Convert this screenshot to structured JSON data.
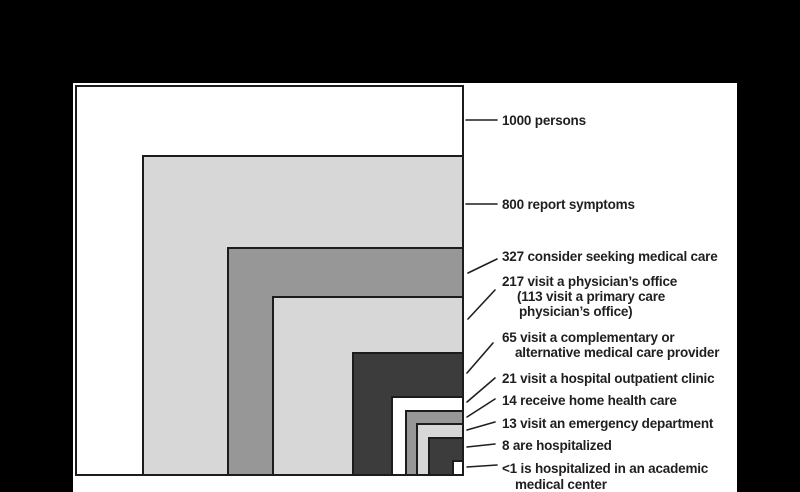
{
  "figure_title": "",
  "colors": {
    "page_background": "#000000",
    "panel_background": "#ffffff",
    "border": "#1c1c1c",
    "text": "#1f1f1f",
    "leader_line": "#1f1f1f",
    "light_gray": "#d7d7d7",
    "medium_gray": "#979797",
    "dark_gray": "#3c3c3c",
    "white": "#ffffff"
  },
  "items": [
    {
      "id": "persons",
      "value": 1000,
      "fill": "#ffffff",
      "lines": [
        "1000 persons"
      ]
    },
    {
      "id": "report-symptoms",
      "value": 800,
      "fill": "#d7d7d7",
      "lines": [
        "800 report symptoms"
      ]
    },
    {
      "id": "consider-care",
      "value": 327,
      "fill": "#979797",
      "lines": [
        "327 consider seeking medical care"
      ]
    },
    {
      "id": "physician-office",
      "value": 217,
      "fill": "#d7d7d7",
      "lines": [
        "217 visit a physician’s office",
        "(113 visit a primary care",
        "physician’s office)"
      ]
    },
    {
      "id": "cam-provider",
      "value": 65,
      "fill": "#3c3c3c",
      "lines": [
        "65 visit a complementary or",
        "alternative medical care provider"
      ]
    },
    {
      "id": "outpatient-clinic",
      "value": 21,
      "fill": "#ffffff",
      "lines": [
        "21 visit a hospital outpatient clinic"
      ]
    },
    {
      "id": "home-health-care",
      "value": 14,
      "fill": "#979797",
      "lines": [
        "14 receive home health care"
      ]
    },
    {
      "id": "emergency-dept",
      "value": 13,
      "fill": "#d7d7d7",
      "lines": [
        "13 visit an emergency department"
      ]
    },
    {
      "id": "hospitalized",
      "value": 8,
      "fill": "#3c3c3c",
      "lines": [
        "8 are hospitalized"
      ]
    },
    {
      "id": "academic-center",
      "value": 0.7,
      "fill": "#ffffff",
      "lines": [
        "<1 is hospitalized in an academic",
        "medical center"
      ]
    }
  ],
  "chart_data": {
    "type": "area",
    "variant": "nested-squares",
    "title": "Ecology of medical care: monthly prevalence per 1000 persons",
    "legend_position": "right",
    "categories": [
      "1000 persons",
      "800 report symptoms",
      "327 consider seeking medical care",
      "217 visit a physician’s office (113 visit a primary care physician’s office)",
      "65 visit a complementary or alternative medical care provider",
      "21 visit a hospital outpatient clinic",
      "14 receive home health care",
      "13 visit an emergency department",
      "8 are hospitalized",
      "<1 is hospitalized in an academic medical center"
    ],
    "values": [
      1000,
      800,
      327,
      217,
      65,
      21,
      14,
      13,
      8,
      0.7
    ],
    "fills": [
      "#ffffff",
      "#d7d7d7",
      "#979797",
      "#d7d7d7",
      "#3c3c3c",
      "#ffffff",
      "#979797",
      "#d7d7d7",
      "#3c3c3c",
      "#ffffff"
    ]
  }
}
